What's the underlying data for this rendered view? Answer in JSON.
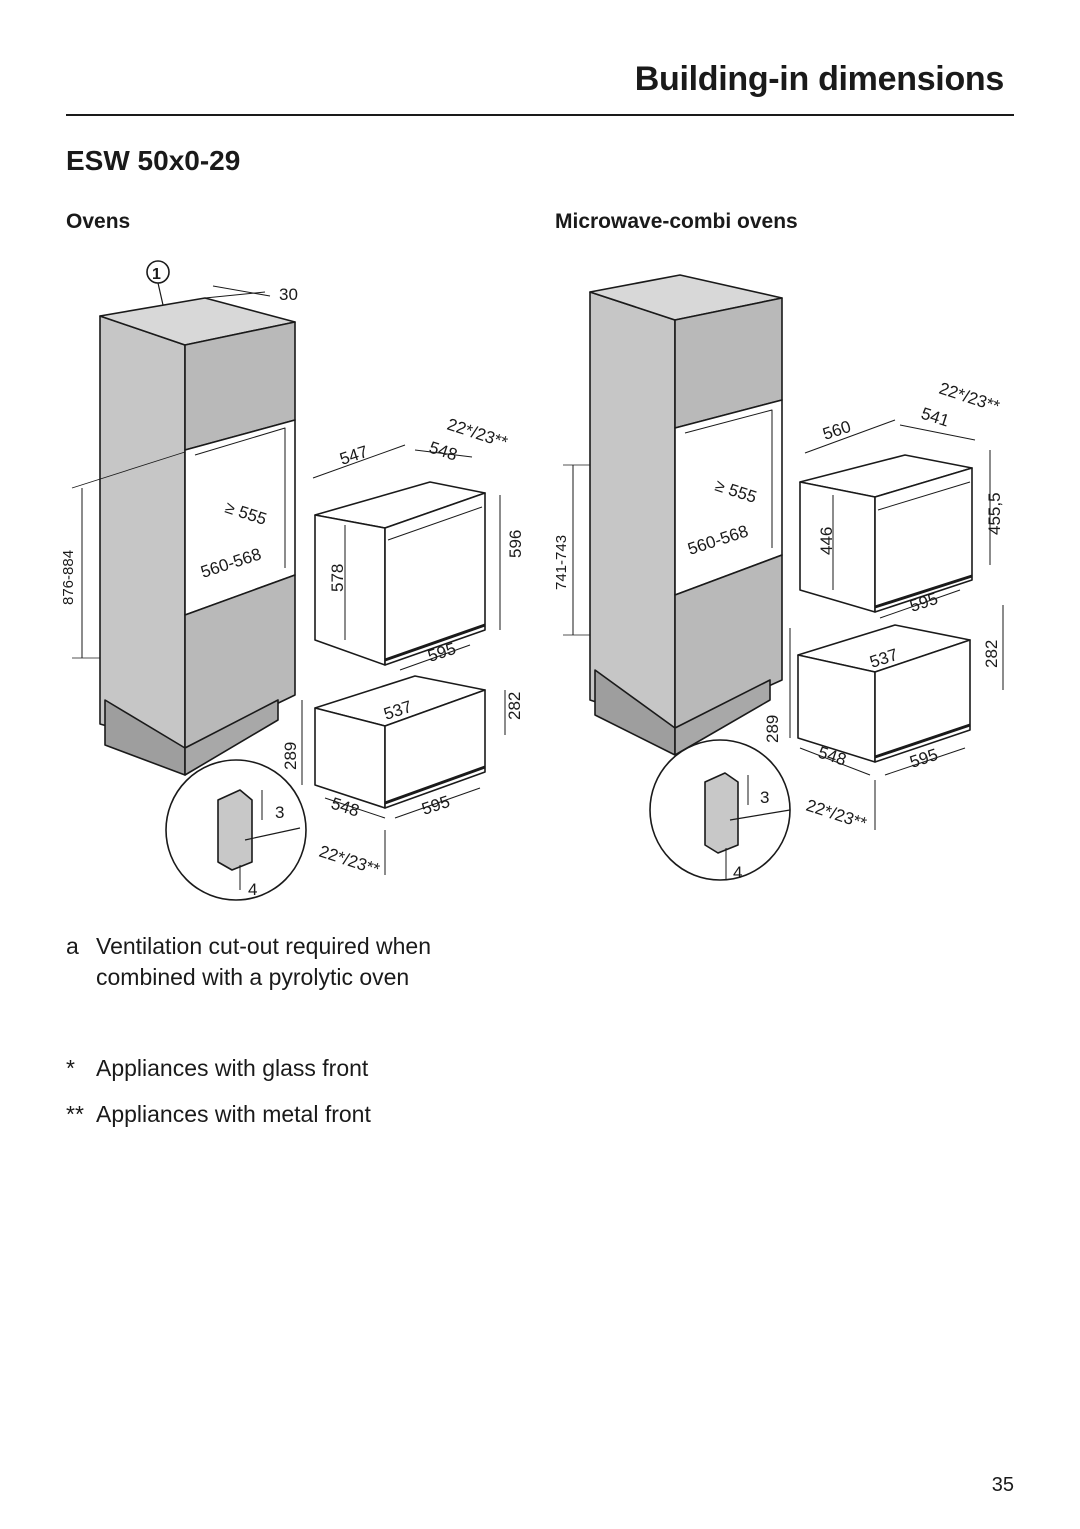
{
  "header": {
    "title": "Building-in dimensions"
  },
  "model": "ESW 50x0-29",
  "sections": {
    "ovens": "Ovens",
    "microwave": "Microwave-combi ovens"
  },
  "ovens_figure": {
    "callout": "1",
    "dims": {
      "d30": "30",
      "d555": "≥ 555",
      "d560": "560-568",
      "d876": "876-884",
      "d547": "547",
      "d548": "548",
      "d2223": "22*/23**",
      "d578": "578",
      "d596": "596",
      "d595a": "595",
      "d537": "537",
      "d282": "282",
      "d289": "289",
      "d548b": "548",
      "d595b": "595",
      "d2223b": "22*/23**",
      "d3": "3",
      "d4": "4"
    }
  },
  "microwave_figure": {
    "dims": {
      "d555": "≥ 555",
      "d560": "560-568",
      "d741": "741-743",
      "d560w": "560",
      "d541": "541",
      "d2223": "22*/23**",
      "d446": "446",
      "d455": "455,5",
      "d595a": "595",
      "d537": "537",
      "d282": "282",
      "d289": "289",
      "d548": "548",
      "d595b": "595",
      "d2223b": "22*/23**",
      "d3": "3",
      "d4": "4"
    }
  },
  "notes": {
    "a_mark": "a",
    "a_text": "Ventilation cut-out required when combined with a pyrolytic oven",
    "s1_mark": "*",
    "s1_text": "Appliances with glass front",
    "s2_mark": "**",
    "s2_text": "Appliances with metal front"
  },
  "page_number": "35",
  "colors": {
    "cabinet_side": "#c8c8c8",
    "cabinet_dark": "#9e9e9e",
    "cabinet_light": "#d9d9d9",
    "ink": "#1a1a1a"
  }
}
